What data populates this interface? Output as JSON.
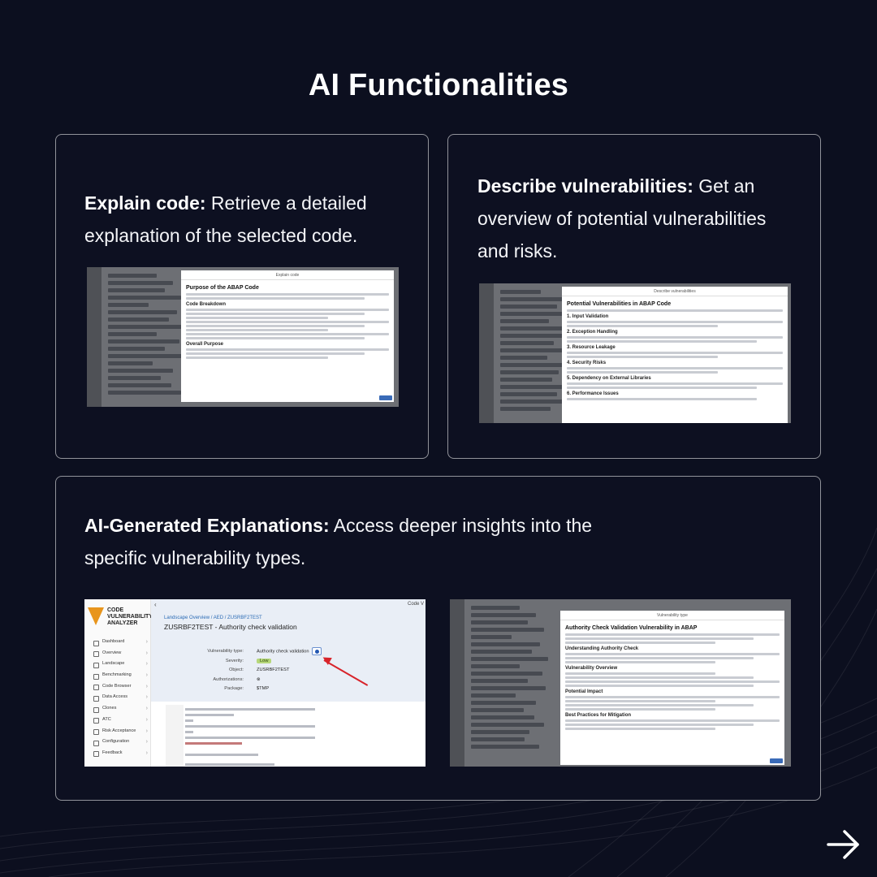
{
  "title": "AI Functionalities",
  "cards": {
    "explain": {
      "bold": "Explain code:",
      "text_line1": " Retrieve a detailed",
      "text_line2": "explanation of the selected code.",
      "modal": {
        "header": "Explain code",
        "heading": "Purpose of the ABAP Code",
        "section1": "Code Breakdown",
        "section2": "Overall Purpose"
      }
    },
    "describe": {
      "bold": "Describe vulnerabilities:",
      "text_line1": " Get an",
      "text_line2": "overview of potential vulnerabilities",
      "text_line3": "and risks.",
      "modal": {
        "header": "Describe vulnerabilities",
        "heading": "Potential Vulnerabilities in ABAP Code",
        "sections": [
          "1. Input Validation",
          "2. Exception Handling",
          "3. Resource Leakage",
          "4. Security Risks",
          "5. Dependency on External Libraries",
          "6. Performance Issues"
        ]
      }
    },
    "explanations": {
      "bold": "AI-Generated Explanations:",
      "text_line1": " Access deeper insights into the",
      "text_line2": "specific vulnerability types.",
      "app": {
        "logo": "CODE VULNERABILITY ANALYZER",
        "back": "‹",
        "top_right": "Code V",
        "nav": [
          "Dashboard",
          "Overview",
          "Landscape",
          "Benchmarking",
          "Code Browser",
          "Data Access",
          "Clones",
          "ATC",
          "Risk Acceptance",
          "Configuration",
          "Feedback"
        ],
        "breadcrumb": "Landscape Overview / AED / ZUSRBF2TEST",
        "object_title": "ZUSRBF2TEST - Authority check validation",
        "props": [
          {
            "k": "Vulnerability type:",
            "v": "Authority check validation"
          },
          {
            "k": "Severity:",
            "v": "Low"
          },
          {
            "k": "Object:",
            "v": "ZUSRBF2TEST"
          },
          {
            "k": "Authorizations:",
            "v": "⊗"
          },
          {
            "k": "Package:",
            "v": "$TMP"
          }
        ]
      },
      "modal": {
        "header": "Vulnerability type",
        "heading": "Authority Check Validation Vulnerability in ABAP",
        "sections": [
          "Understanding Authority Check",
          "Vulnerability Overview",
          "Potential Impact",
          "Best Practices for Mitigation"
        ]
      }
    }
  },
  "colors": {
    "background": "#0c0f1f",
    "accent_orange": "#e8951d",
    "arrow_red": "#d8232a"
  },
  "icons": {
    "next": "arrow-right-icon"
  }
}
